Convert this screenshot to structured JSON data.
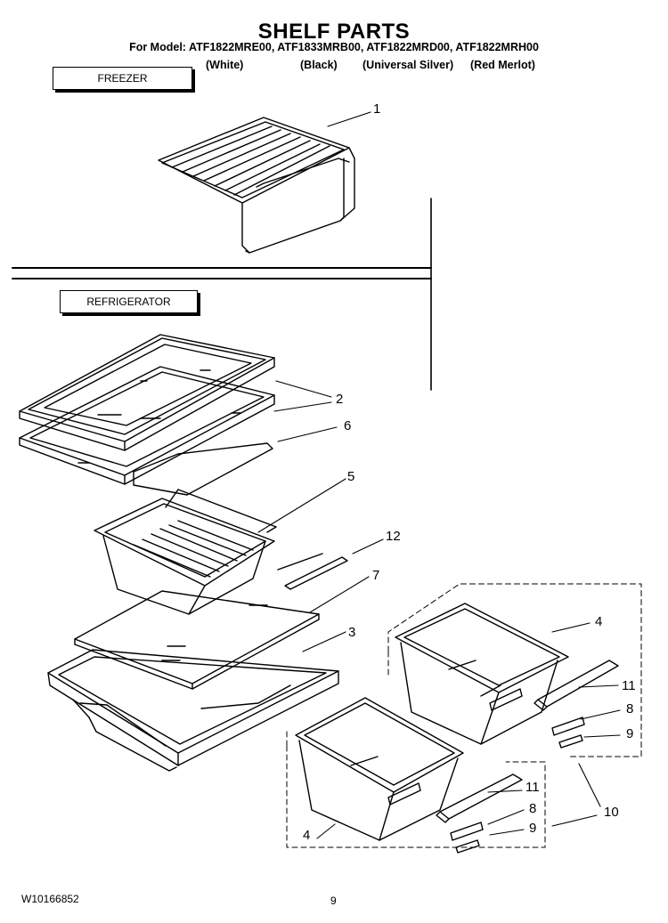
{
  "header": {
    "title": "SHELF PARTS",
    "models_line": "For Model: ATF1822MRE00, ATF1833MRB00, ATF1822MRD00, ATF1822MRH00",
    "finishes": [
      "(White)",
      "(Black)",
      "(Universal Silver)",
      "(Red Merlot)"
    ]
  },
  "sections": {
    "freezer": "FREEZER",
    "refrigerator": "REFRIGERATOR"
  },
  "callouts": [
    "1",
    "2",
    "6",
    "5",
    "12",
    "7",
    "3",
    "4",
    "11",
    "8",
    "9",
    "10",
    "11",
    "8",
    "9",
    "4"
  ],
  "footer": {
    "doc_code": "W10166852",
    "page": "9"
  }
}
